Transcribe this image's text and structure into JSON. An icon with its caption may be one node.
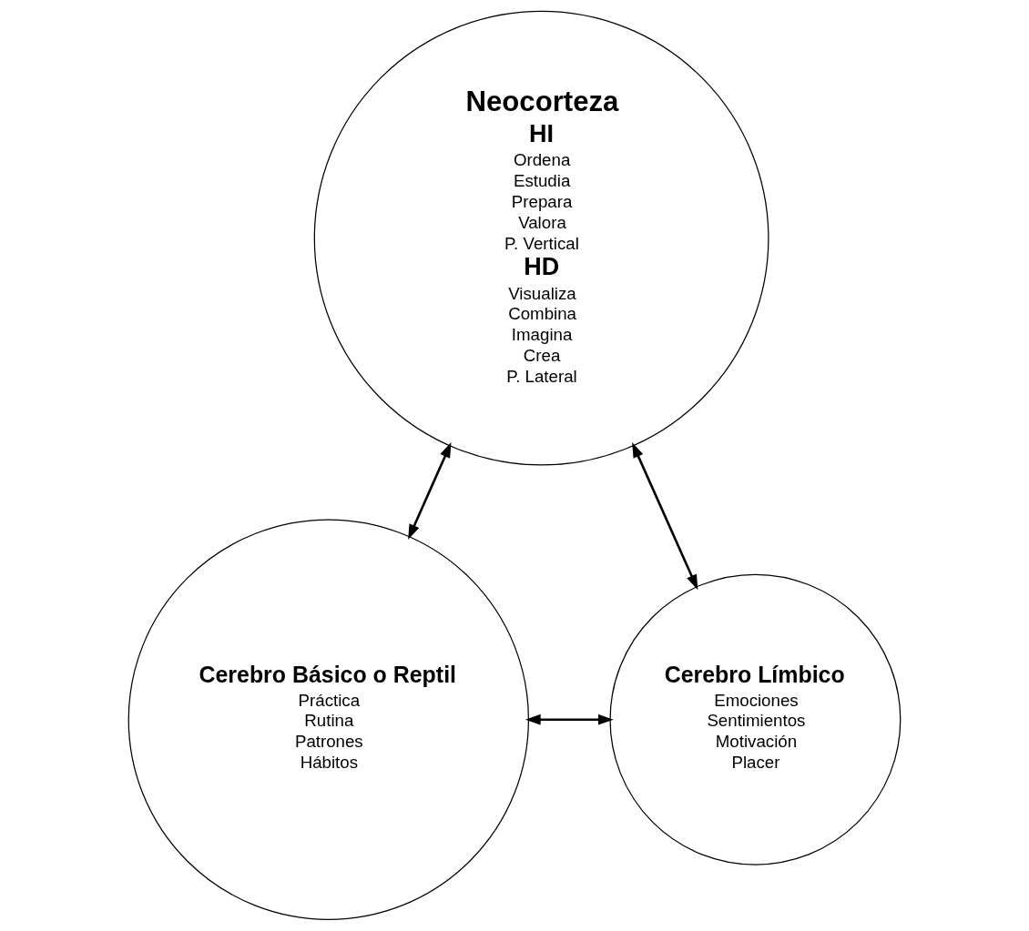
{
  "diagram": {
    "nodes": [
      {
        "text": [
          "Neocorteza",
          "HI",
          "Ordena",
          "Estudia",
          "Prepara",
          "Valora",
          "P. Vertical",
          "HD",
          "Visualiza",
          "Combina",
          "Imagina",
          "Crea",
          "P. Lateral"
        ]
      },
      {
        "text": [
          "Cerebro Básico o Reptil",
          "Práctica",
          "Rutina",
          "Patrones",
          "Hábitos"
        ]
      },
      {
        "text": [
          "Cerebro Límbico",
          "Emociones",
          "Sentimientos",
          "Motivación",
          "Placer"
        ]
      }
    ],
    "edges": [
      {
        "from": 0,
        "to": 1,
        "arrow": "both"
      },
      {
        "from": 0,
        "to": 2,
        "arrow": "both"
      },
      {
        "from": 1,
        "to": 2,
        "arrow": "both"
      }
    ]
  }
}
